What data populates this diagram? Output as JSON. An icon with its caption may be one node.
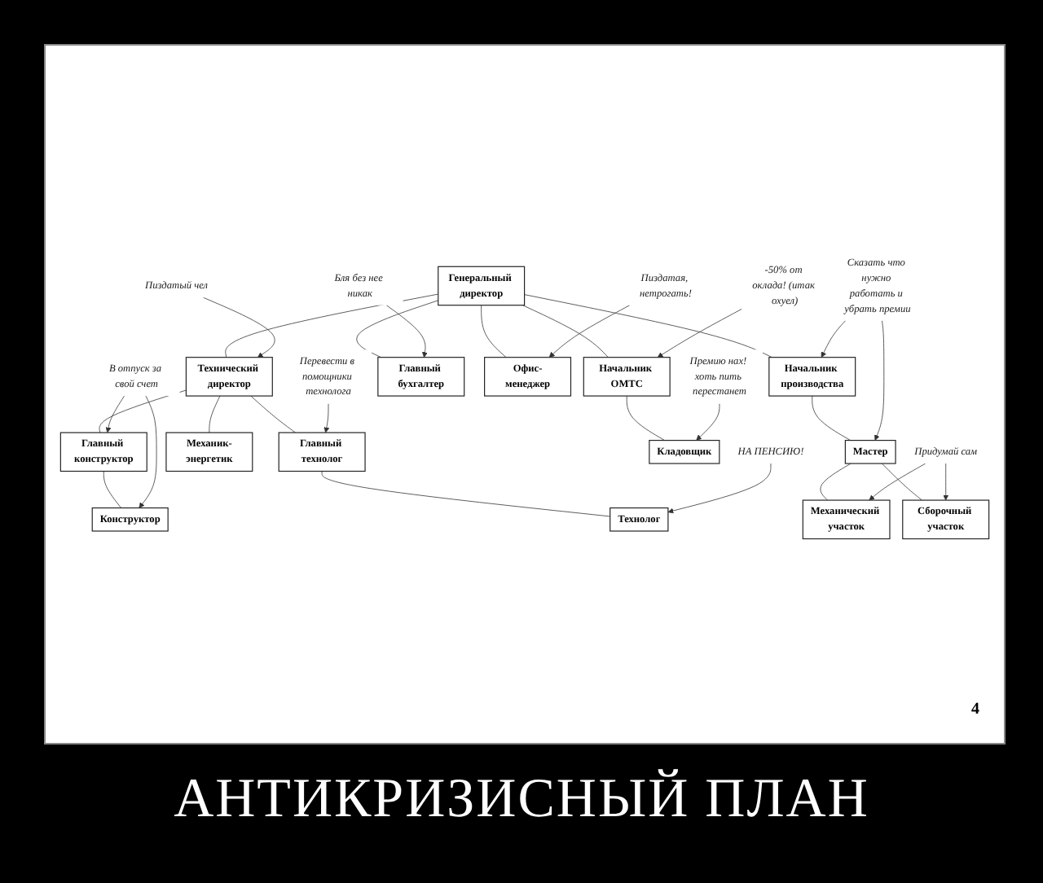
{
  "diagram": {
    "caption": "АНТИКРИЗИСНЫЙ ПЛАН",
    "nodes": [
      {
        "text": [
          "Генеральный директор"
        ]
      },
      {
        "text": [
          "Технический директор"
        ]
      },
      {
        "text": [
          "Начальник производства"
        ]
      },
      {
        "text": [
          "Начальник ОМТС"
        ]
      },
      {
        "text": [
          "Главный бухгалтер"
        ]
      },
      {
        "text": [
          "Главный конструктор"
        ]
      },
      {
        "text": [
          "Главный технолог"
        ]
      },
      {
        "text": [
          "Офис-менеджер"
        ]
      },
      {
        "text": [
          "Конструктор"
        ]
      },
      {
        "text": [
          "Технолог"
        ]
      },
      {
        "text": [
          "Мастер"
        ]
      },
      {
        "text": [
          "Кладовщик"
        ]
      },
      {
        "text": [
          "Механик-энергетик"
        ]
      },
      {
        "text": [
          "Механический участок"
        ]
      },
      {
        "text": [
          "Сборочный участок"
        ]
      },
      {
        "text": [
          "Пиздатый чел"
        ]
      },
      {
        "text": [
          "Бля без нее никак"
        ]
      },
      {
        "text": [
          "Перевести в помощники технолога"
        ]
      },
      {
        "text": [
          "Сказать что нужно работать и убрать премии"
        ]
      },
      {
        "text": [
          "-50% от оклада! (итак охуел)"
        ]
      },
      {
        "text": [
          "Пиздатая, нетрогать!"
        ]
      },
      {
        "text": [
          "Премию нах! хоть пить перестанет"
        ]
      },
      {
        "text": [
          "В отпуск за свой счет"
        ]
      },
      {
        "text": [
          "НА ПЕНСИЮ!"
        ]
      },
      {
        "text": [
          "Придумай сам"
        ]
      }
    ],
    "edges": [
      {
        "from": 0,
        "to": 1,
        "arrow": "none"
      },
      {
        "from": 0,
        "to": 2,
        "arrow": "none"
      },
      {
        "from": 0,
        "to": 3,
        "arrow": "none"
      },
      {
        "from": 0,
        "to": 4,
        "arrow": "none"
      },
      {
        "from": 1,
        "to": 5,
        "arrow": "none"
      },
      {
        "from": 1,
        "to": 6,
        "arrow": "none"
      },
      {
        "from": 0,
        "to": 7,
        "arrow": "none"
      },
      {
        "from": 5,
        "to": 8,
        "arrow": "none"
      },
      {
        "from": 6,
        "to": 9,
        "arrow": "none"
      },
      {
        "from": 2,
        "to": 10,
        "arrow": "none"
      },
      {
        "from": 3,
        "to": 11,
        "arrow": "none"
      },
      {
        "from": 1,
        "to": 12,
        "arrow": "none"
      },
      {
        "from": 10,
        "to": 13,
        "arrow": "none"
      },
      {
        "from": 10,
        "to": 14,
        "arrow": "none"
      },
      {
        "from": 15,
        "to": 1,
        "arrow": "to"
      },
      {
        "from": 16,
        "to": 4,
        "arrow": "to"
      },
      {
        "from": 17,
        "to": 6,
        "arrow": "to"
      },
      {
        "from": 18,
        "to": 2,
        "arrow": "to"
      },
      {
        "from": 18,
        "to": 10,
        "arrow": "to"
      },
      {
        "from": 19,
        "to": 3,
        "arrow": "to"
      },
      {
        "from": 20,
        "to": 7,
        "arrow": "to"
      },
      {
        "from": 21,
        "to": 11,
        "arrow": "to"
      },
      {
        "from": 22,
        "to": 5,
        "arrow": "to"
      },
      {
        "from": 22,
        "to": 8,
        "arrow": "to"
      },
      {
        "from": 23,
        "to": 9,
        "arrow": "to"
      },
      {
        "from": 24,
        "to": 13,
        "arrow": "to"
      },
      {
        "from": 24,
        "to": 14,
        "arrow": "to"
      }
    ],
    "labels": [
      "4"
    ]
  }
}
